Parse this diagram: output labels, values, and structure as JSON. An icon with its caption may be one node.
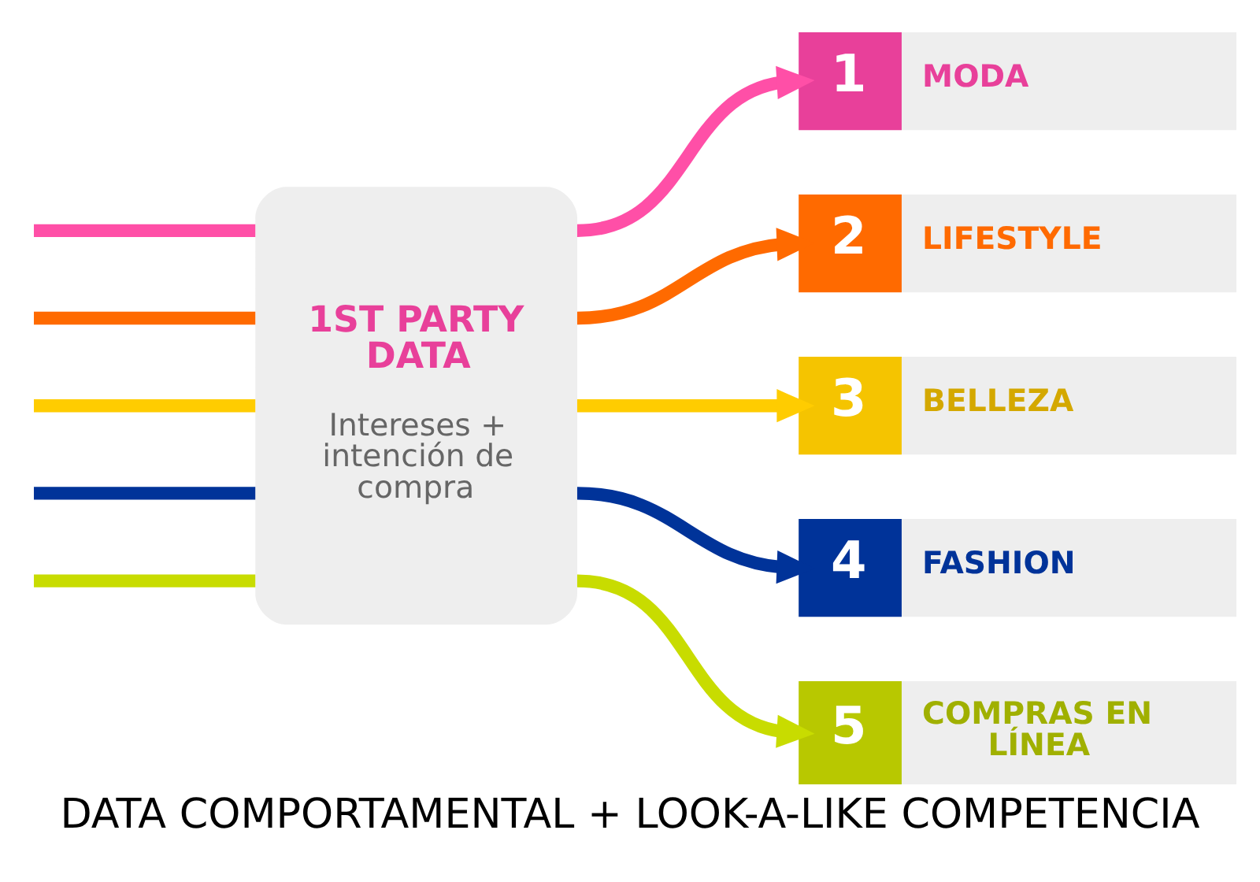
{
  "diagram": {
    "caption": "DATA COMPORTAMENTAL + LOOK-A-LIKE COMPETENCIA",
    "nodes": [
      {
        "text": [
          "1ST PARTY DATA",
          "Intereses + intención de compra"
        ]
      },
      {
        "text": [
          "1",
          "MODA"
        ]
      },
      {
        "text": [
          "2",
          "LIFESTYLE"
        ]
      },
      {
        "text": [
          "3",
          "BELLEZA"
        ]
      },
      {
        "text": [
          "4",
          "FASHION"
        ]
      },
      {
        "text": [
          "5",
          "COMPRAS EN LÍNEA"
        ]
      }
    ],
    "edges": [
      {
        "from": null,
        "to": 0,
        "arrow": "none",
        "color": "#ff4fa7"
      },
      {
        "from": null,
        "to": 0,
        "arrow": "none",
        "color": "#ff6a00"
      },
      {
        "from": null,
        "to": 0,
        "arrow": "none",
        "color": "#ffcc00"
      },
      {
        "from": null,
        "to": 0,
        "arrow": "none",
        "color": "#003399"
      },
      {
        "from": null,
        "to": 0,
        "arrow": "none",
        "color": "#c8dc00"
      },
      {
        "from": 0,
        "to": 1,
        "arrow": "to",
        "color": "#ff4fa7"
      },
      {
        "from": 0,
        "to": 2,
        "arrow": "to",
        "color": "#ff6a00"
      },
      {
        "from": 0,
        "to": 3,
        "arrow": "to",
        "color": "#ffcc00"
      },
      {
        "from": 0,
        "to": 4,
        "arrow": "to",
        "color": "#003399"
      },
      {
        "from": 0,
        "to": 5,
        "arrow": "to",
        "color": "#c8dc00"
      }
    ]
  }
}
